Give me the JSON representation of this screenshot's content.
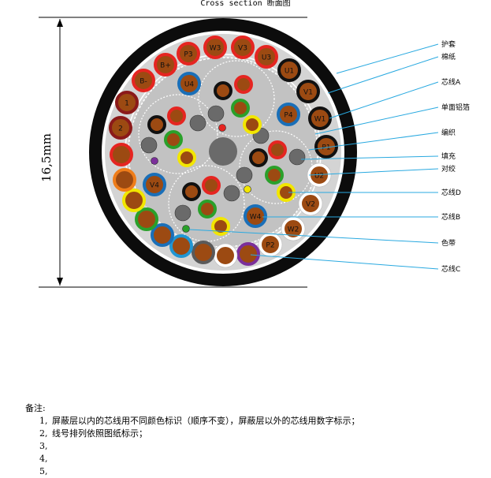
{
  "title": "Cross section 断面图",
  "dimension": "16,5mm",
  "callouts": [
    "护套",
    "棉纸",
    "芯线A",
    "单面铝箔",
    "编织",
    "填充",
    "对绞",
    "芯线D",
    "芯线B",
    "色带",
    "芯线C"
  ],
  "outer_ring": [
    {
      "label": "",
      "color": "#e52521"
    },
    {
      "label": "P3",
      "color": "#e52521"
    },
    {
      "label": "W3",
      "color": "#e52521"
    },
    {
      "label": "V3",
      "color": "#e52521"
    },
    {
      "label": "U3",
      "color": "#e52521"
    },
    {
      "label": "U1",
      "color": "#111111"
    },
    {
      "label": "V1",
      "color": "#111111"
    },
    {
      "label": "W1",
      "color": "#111111"
    },
    {
      "label": "",
      "color": "#ffffff"
    },
    {
      "label": "P1",
      "color": "#111111"
    },
    {
      "label": "U2",
      "color": "#ffffff"
    },
    {
      "label": "V2",
      "color": "#ffffff"
    },
    {
      "label": "W2",
      "color": "#ffffff"
    },
    {
      "label": "P2",
      "color": "#ffffff"
    },
    {
      "label": "",
      "color": "#7b2f9a"
    },
    {
      "label": "",
      "color": "#ffffff"
    },
    {
      "label": "",
      "color": "#5a5a5a"
    },
    {
      "label": "",
      "color": "#2196d3"
    },
    {
      "label": "",
      "color": "#1a6fb8"
    },
    {
      "label": "",
      "color": "#2aa02a"
    },
    {
      "label": "",
      "color": "#f2e600"
    },
    {
      "label": "",
      "color": "#ef7d1a"
    },
    {
      "label": "2",
      "color": "#8b1a1a"
    },
    {
      "label": "1",
      "color": "#8b1a1a"
    },
    {
      "label": "B-",
      "color": "#e52521"
    },
    {
      "label": "B+",
      "color": "#e52521"
    }
  ],
  "inner_cores": [
    {
      "label": "U4",
      "color": "#1a6fb8"
    },
    {
      "label": "P4",
      "color": "#1a6fb8"
    },
    {
      "label": "V4",
      "color": "#1a6fb8"
    },
    {
      "label": "W4",
      "color": "#1a6fb8"
    }
  ],
  "notes": {
    "heading": "备注:",
    "items": [
      {
        "n": "1,",
        "text": "屏蔽层以内的芯线用不同颜色标识（顺序不变），屏蔽层以外的芯线用数字标示；"
      },
      {
        "n": "2,",
        "text": "线号排列依照图纸标示；"
      },
      {
        "n": "3,",
        "text": ""
      },
      {
        "n": "4,",
        "text": ""
      },
      {
        "n": "5,",
        "text": ""
      }
    ]
  }
}
